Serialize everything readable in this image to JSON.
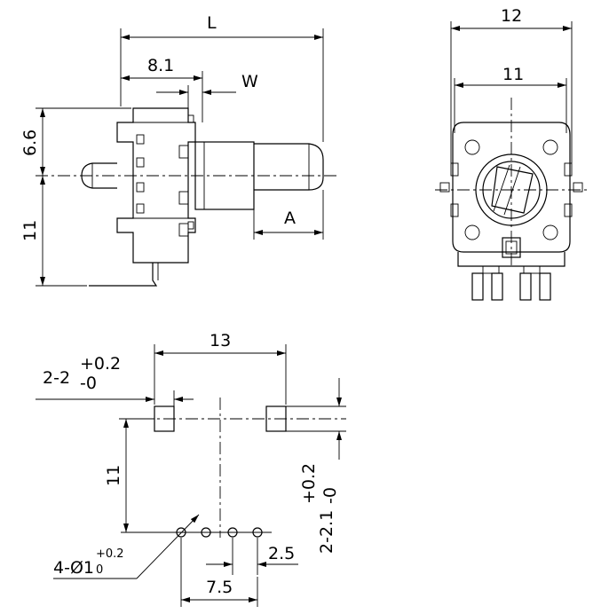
{
  "dimensions": {
    "L": "L",
    "d8_1": "8.1",
    "W": "W",
    "d6_6": "6.6",
    "d11_left": "11",
    "A": "A",
    "d12": "12",
    "d11_top": "11",
    "d13": "13",
    "hole2_main": "2-2",
    "hole2_plus": "+0.2",
    "hole2_minus": "-0",
    "d11_footprint": "11",
    "pad_main": "2-2.1",
    "pad_plus": "+0.2",
    "pad_minus": "-0",
    "pin_main": "4-Ø1",
    "pin_plus": "+0.2",
    "pin_minus": "0",
    "d2_5": "2.5",
    "d7_5": "7.5"
  }
}
